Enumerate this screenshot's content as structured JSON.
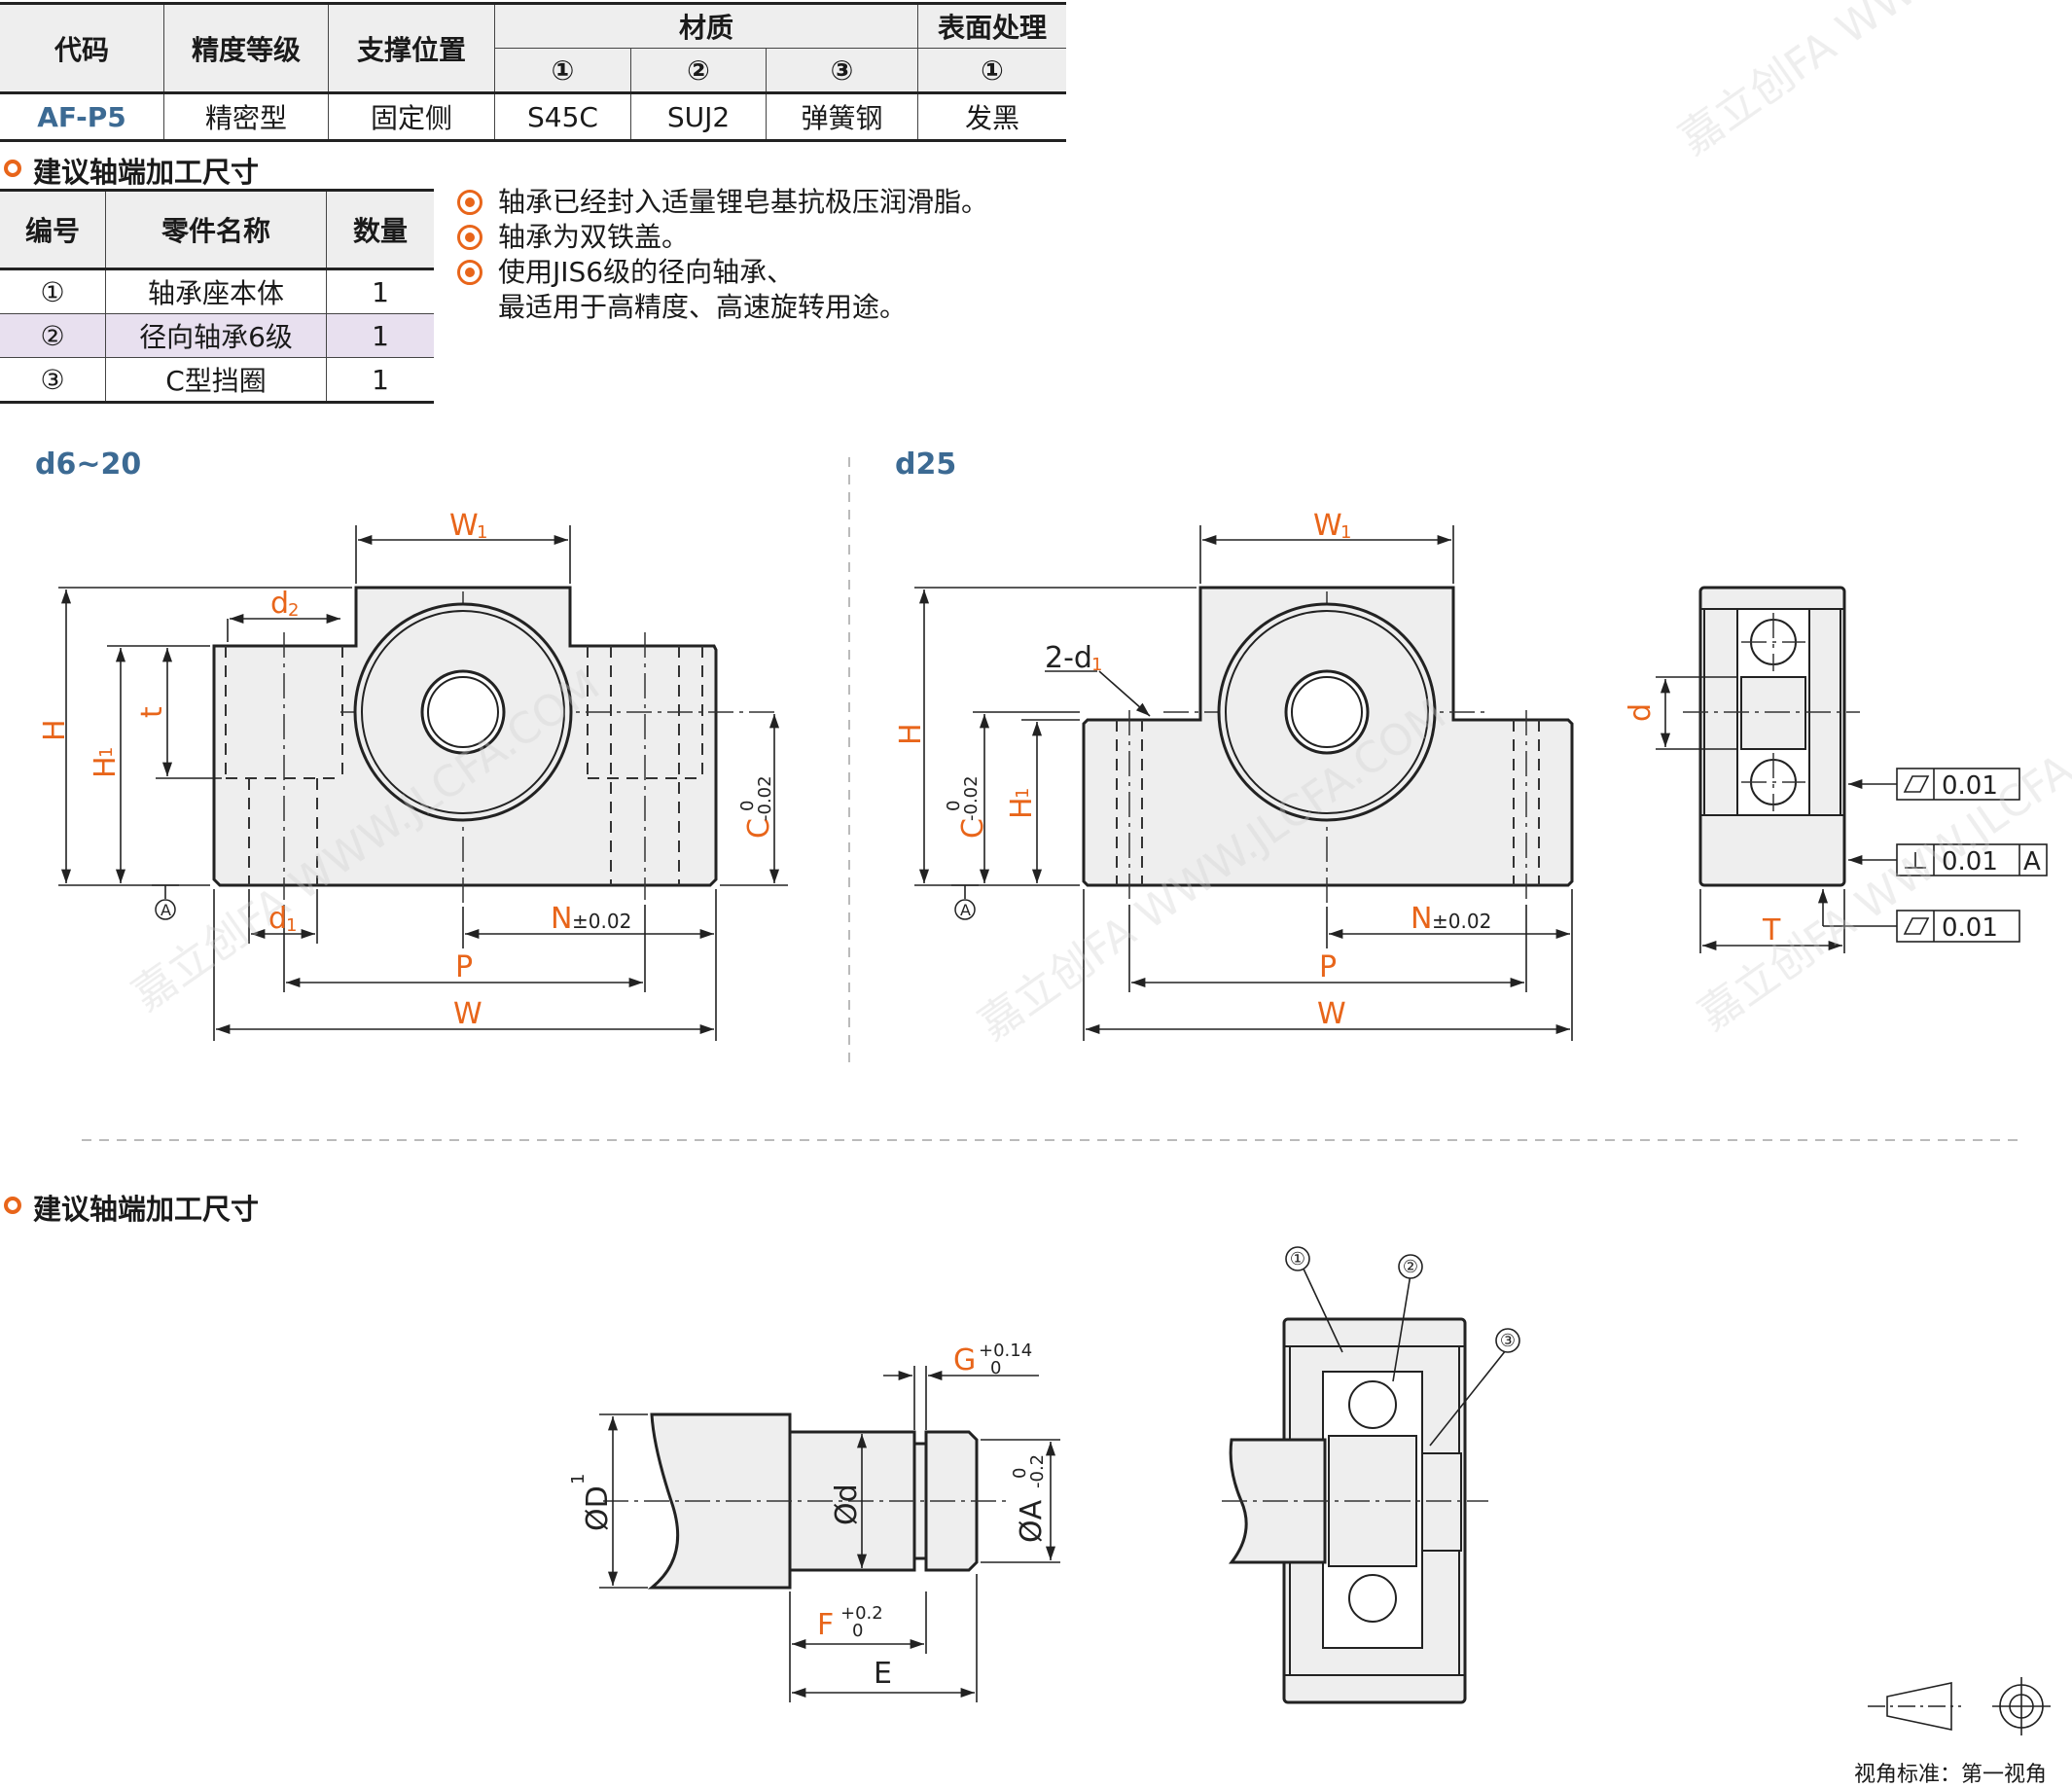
{
  "spec_table": {
    "headers": {
      "code": "代码",
      "precision": "精度等级",
      "support": "支撑位置",
      "material": "材质",
      "surface": "表面处理",
      "mat_1": "①",
      "mat_2": "②",
      "mat_3": "③",
      "surf_1": "①"
    },
    "row": {
      "code": "AF-P5",
      "precision": "精密型",
      "support": "固定侧",
      "mat_1": "S45C",
      "mat_2": "SUJ2",
      "mat_3": "弹簧钢",
      "surf_1": "发黑"
    }
  },
  "section_title_1": "建议轴端加工尺寸",
  "parts_table": {
    "headers": {
      "no": "编号",
      "name": "零件名称",
      "qty": "数量"
    },
    "rows": [
      {
        "no": "①",
        "name": "轴承座本体",
        "qty": "1"
      },
      {
        "no": "②",
        "name": "径向轴承6级",
        "qty": "1"
      },
      {
        "no": "③",
        "name": "C型挡圈",
        "qty": "1"
      }
    ]
  },
  "notes": [
    "轴承已经封入适量锂皂基抗极压润滑脂。",
    "轴承为双铁盖。",
    "使用JIS6级的径向轴承、",
    "最适用于高精度、高速旋转用途。"
  ],
  "views": {
    "left": "d6~20",
    "right": "d25"
  },
  "dims": {
    "W1": "W",
    "W1_sub": "1",
    "d2": "d",
    "d2_sub": "2",
    "d1": "d",
    "d1_sub": "1",
    "two_d1": "2-d",
    "H": "H",
    "H1": "H",
    "H1_sub": "1",
    "t": "t",
    "C": "C",
    "C_tol_up": "0",
    "C_tol_low": "-0.02",
    "N": "N",
    "N_tol": "±0.02",
    "P": "P",
    "W": "W",
    "datum": "A",
    "d": "d",
    "T": "T",
    "tol_parallel_1": "0.01",
    "tol_perp": "0.01",
    "tol_perp_ref": "A",
    "tol_parallel_2": "0.01",
    "D1": "ØD",
    "D1_sub": "1",
    "dd": "Ød",
    "A": "ØA",
    "A_tol_up": "0",
    "A_tol_low": "-0.2",
    "G": "G",
    "G_tol_up": "+0.14",
    "G_tol_low": "0",
    "F": "F",
    "F_tol_up": "+0.2",
    "F_tol_low": "0",
    "E": "E"
  },
  "callouts": [
    "①",
    "②",
    "③"
  ],
  "section_title_2": "建议轴端加工尺寸",
  "view_standard": "视角标准：第一视角",
  "watermark": "嘉立创FA WWW.JLCFA.COM",
  "colors": {
    "accent": "#e8651a",
    "dimension": "#e8651a",
    "label_blue": "#3c6a93",
    "part_fill": "#eeeeee",
    "highlight_row": "#e8e0ef"
  }
}
